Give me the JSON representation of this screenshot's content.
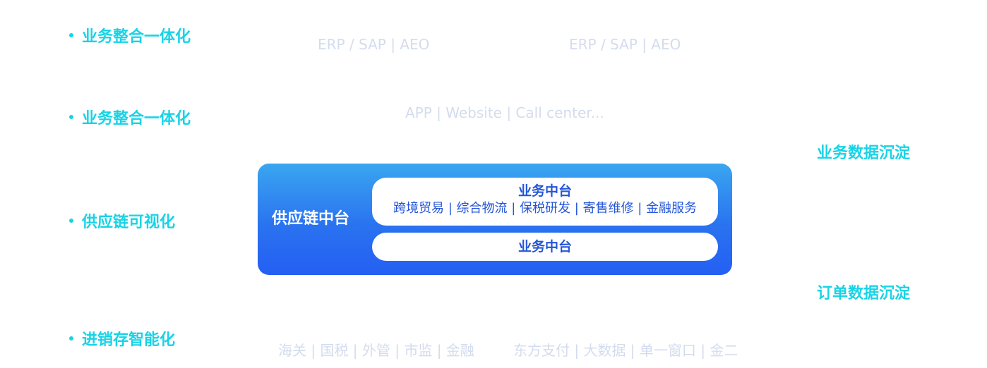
{
  "left_items": [
    "业务整合一体化",
    "业务整合一体化",
    "供应链可视化",
    "进销存智能化"
  ],
  "top_systems": {
    "left": "ERP / SAP | AEO",
    "right": "ERP / SAP | AEO",
    "channels": "APP | Website | Call center..."
  },
  "right_labels": {
    "business_data": "业务数据沉淀",
    "order_data": "订单数据沉淀"
  },
  "platform": {
    "title": "供应链中台",
    "business_center": {
      "title": "业务中台",
      "modules": "跨境贸易 | 综合物流 | 保税研发 | 寄售维修 | 金融服务"
    },
    "lower_center": {
      "title": "业务中台"
    }
  },
  "bottom_systems": {
    "left": "海关 | 国税 | 外管 | 市监 | 金融",
    "right": "东方支付 | 大数据 | 单一窗口 | 金二"
  },
  "colors": {
    "accent_cyan": "#18d3e6",
    "platform_gradient_top": "#3aa6f0",
    "platform_gradient_bottom": "#245ff3",
    "pill_text": "#2556d8",
    "faint_text": "#d3dcee"
  }
}
